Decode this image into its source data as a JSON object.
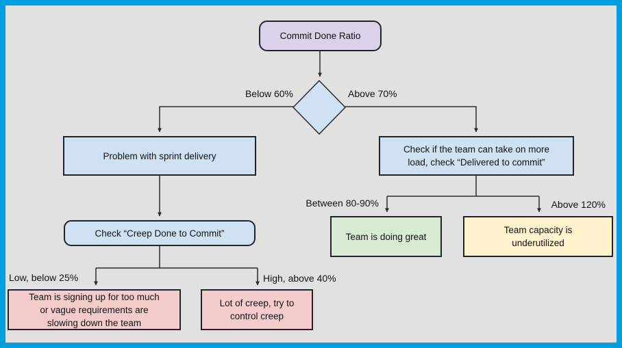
{
  "diagram_title": "Commit Done Ratio decision flowchart",
  "colors": {
    "frame": "#00a0df",
    "background": "#e1e1e1",
    "node_border": "#23232b",
    "edge_stroke": "#2b2b2b",
    "purple_fill": "#d9d2e9",
    "blue_fill": "#cfe2f3",
    "pink_fill": "#f4cccc",
    "green_fill": "#d9ead3",
    "yellow_fill": "#fff2cc"
  },
  "nodes": {
    "root": {
      "label": "Commit Done Ratio",
      "shape": "rounded-rect",
      "fill": "#d9d2e9"
    },
    "decision": {
      "label": "",
      "shape": "diamond",
      "fill": "#cfe2f3"
    },
    "problem_sprint": {
      "label": "Problem with sprint delivery",
      "shape": "rect",
      "fill": "#cfe2f3"
    },
    "check_creep": {
      "label": "Check “Creep Done to Commit”",
      "shape": "rounded-rect",
      "fill": "#cfe2f3"
    },
    "too_much": {
      "label": "Team is signing up for too much\nor vague requirements are\nslowing down the team",
      "shape": "rect",
      "fill": "#f4cccc"
    },
    "lot_of_creep": {
      "label": "Lot of creep, try to\ncontrol creep",
      "shape": "rect",
      "fill": "#f4cccc"
    },
    "check_load": {
      "label": "Check if the team can take on more\nload, check “Delivered to commit”",
      "shape": "rect",
      "fill": "#cfe2f3"
    },
    "doing_great": {
      "label": "Team is doing great",
      "shape": "rect",
      "fill": "#d9ead3"
    },
    "underutilized": {
      "label": "Team capacity is\nunderutilized",
      "shape": "rect",
      "fill": "#fff2cc"
    }
  },
  "edge_labels": {
    "below_60": "Below 60%",
    "above_70": "Above 70%",
    "low_below_25": "Low, below 25%",
    "high_above_40": "High, above 40%",
    "between_80_90": "Between 80-90%",
    "above_120": "Above 120%"
  }
}
